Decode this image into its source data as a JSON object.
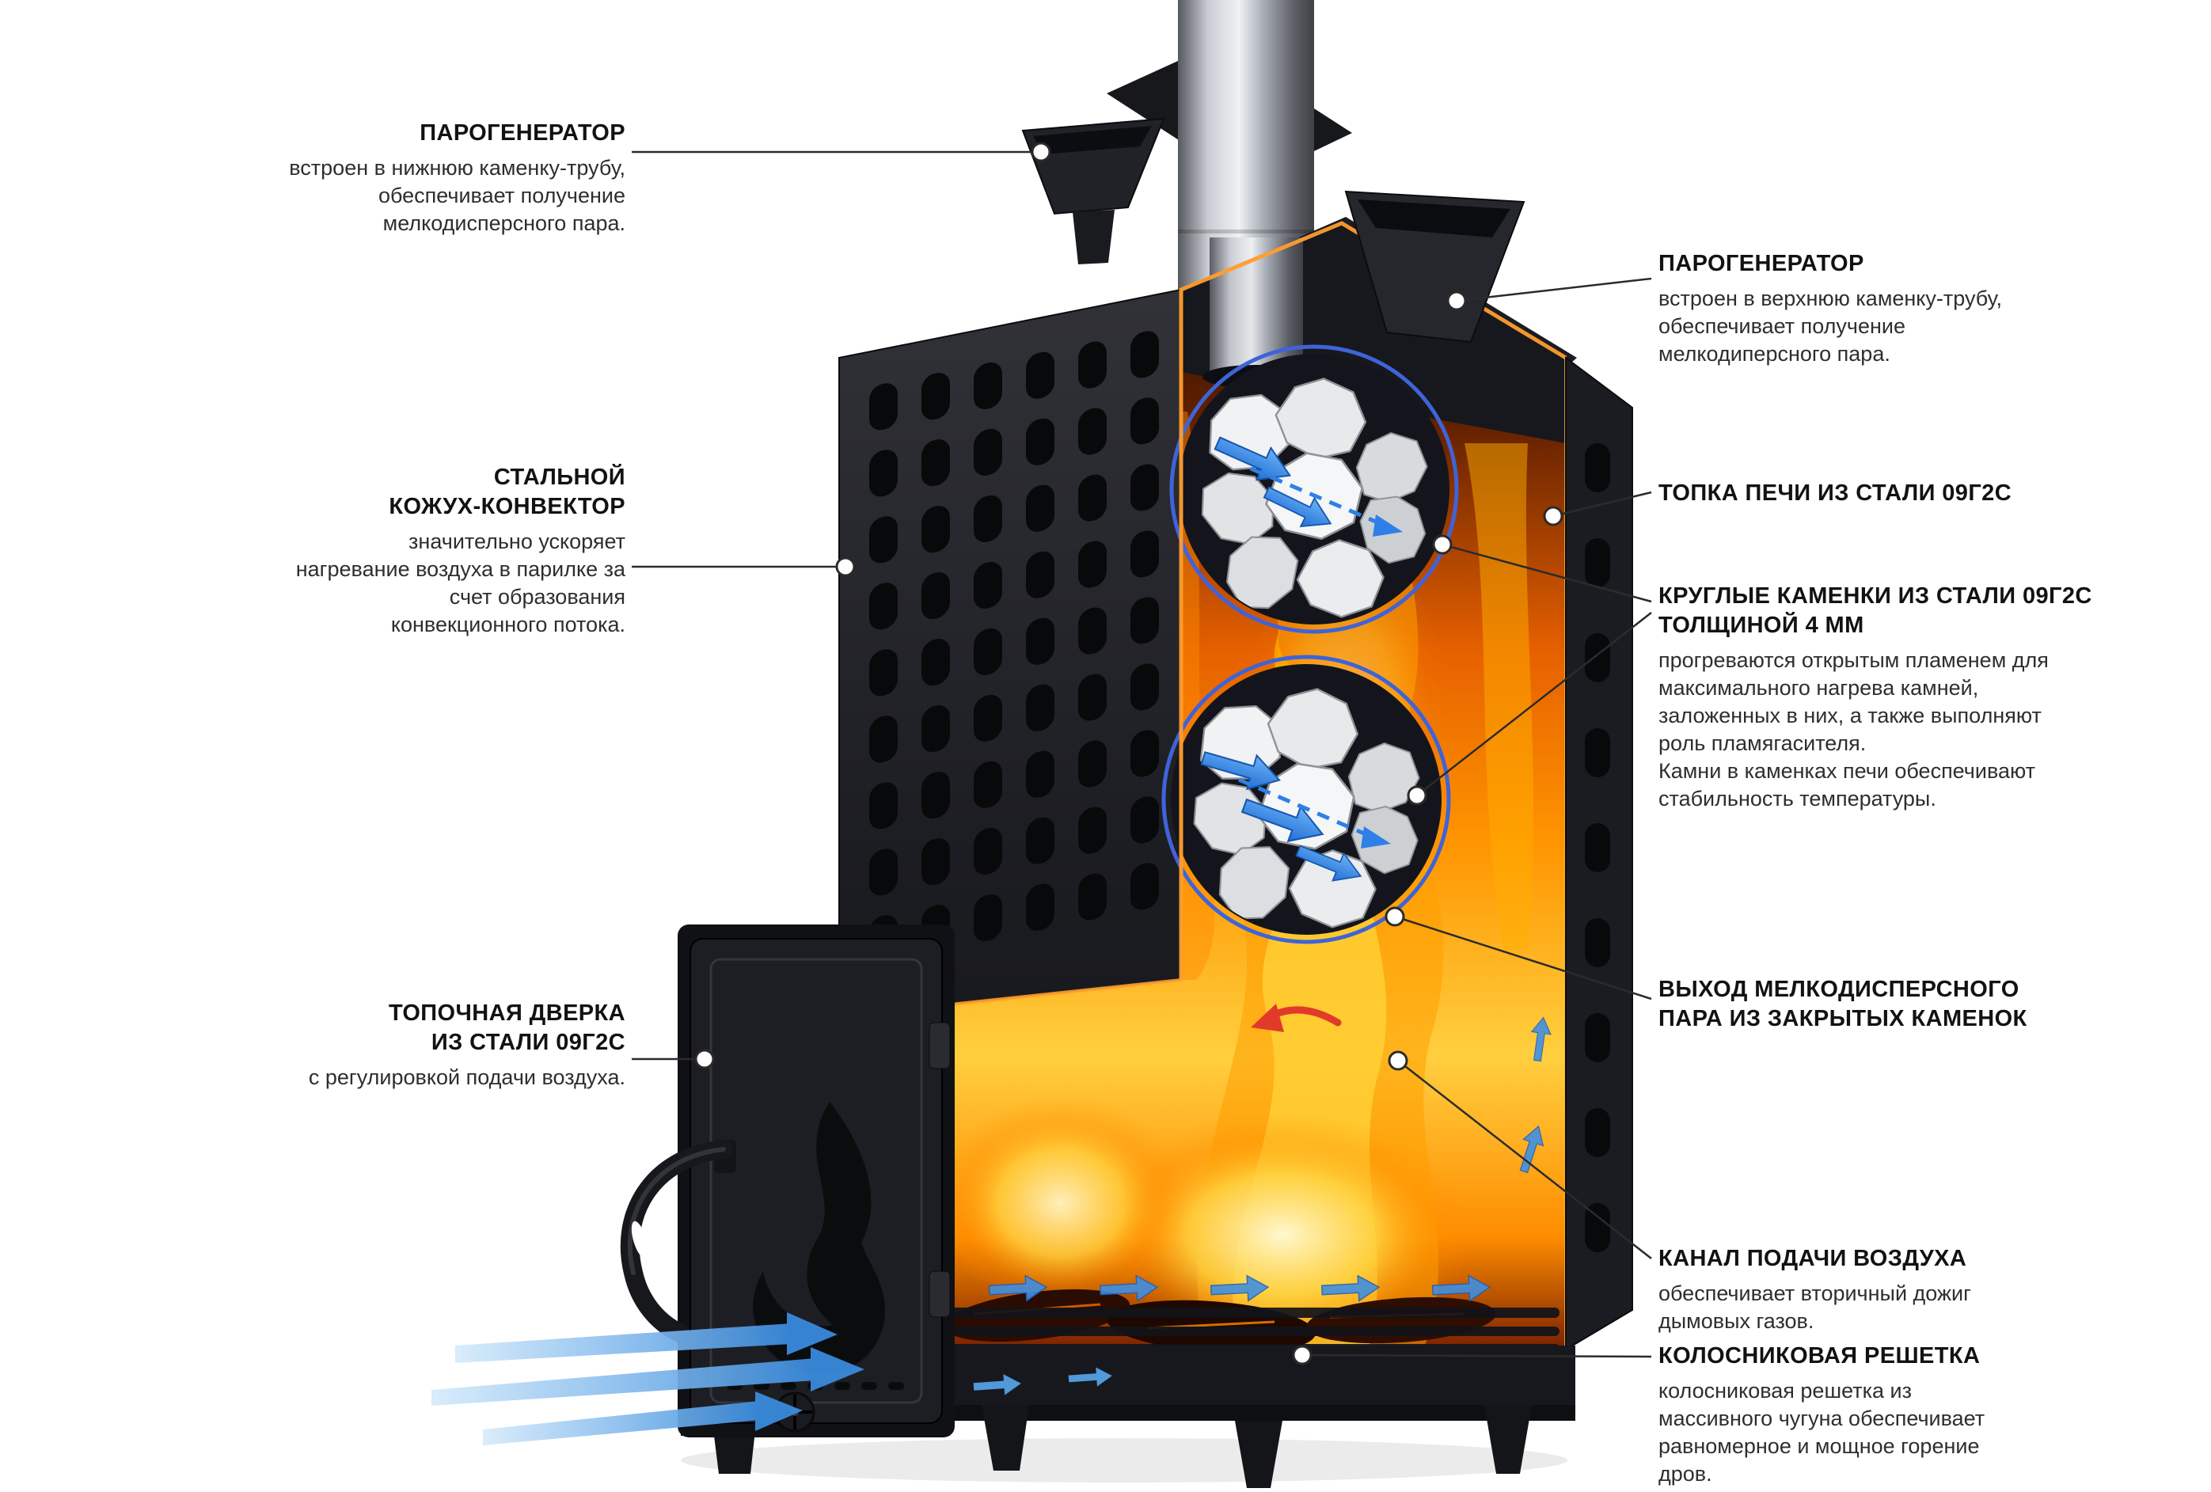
{
  "page": {
    "background": "#ffffff"
  },
  "colors": {
    "title_text": "#121212",
    "body_text": "#2e2e2e",
    "callout_line": "#2b2b2b",
    "callout_marker_fill": "#ffffff",
    "kamenka_ring_blue": "#3f63d8",
    "steam_arrow_blue": "#2f7fe8",
    "air_flow_blue": "#57a4e8",
    "fire_orange": "#ff8a00",
    "fire_yellow": "#ffd43a",
    "cut_edge_orange": "#ff9d2e",
    "red_arrow": "#e23a2a",
    "stove_black": "#1d1e23",
    "stone_white": "#eceff1",
    "chimney_steel": "#c9cdd3"
  },
  "annotations": {
    "left": [
      {
        "id": "steam-generator-lower",
        "title": "ПАРОГЕНЕРАТОР",
        "body": "встроен в нижнюю каменку-трубу,\nобеспечивает получение\nмелкодисперсного пара."
      },
      {
        "id": "steel-convector",
        "title": "СТАЛЬНОЙ\nКОЖУХ-КОНВЕКТОР",
        "body": "значительно ускоряет\nнагревание воздуха в парилке за\nсчет образования\nконвекционного потока."
      },
      {
        "id": "firebox-door",
        "title": "ТОПОЧНАЯ ДВЕРКА\nИЗ СТАЛИ 09Г2С",
        "body": "с регулировкой подачи воздуха."
      }
    ],
    "right": [
      {
        "id": "steam-generator-upper",
        "title": "ПАРОГЕНЕРАТОР",
        "body": "встроен в верхнюю каменку-трубу,\nобеспечивает получение\nмелкодиперсного пара."
      },
      {
        "id": "furnace-steel",
        "title": "ТОПКА ПЕЧИ ИЗ СТАЛИ 09Г2С",
        "body": ""
      },
      {
        "id": "round-kamenki",
        "title": "КРУГЛЫЕ КАМЕНКИ ИЗ СТАЛИ 09Г2С\nТОЛЩИНОЙ 4 ММ",
        "body": "прогреваются открытым пламенем для\nмаксимального нагрева камней,\nзаложенных в них, а также выполняют\nроль пламягасителя.\nКамни в каменках печи обеспечивают\nстабильность температуры."
      },
      {
        "id": "steam-outlet",
        "title": "ВЫХОД МЕЛКОДИСПЕРСНОГО\nПАРА ИЗ ЗАКРЫТЫХ КАМЕНОК",
        "body": ""
      },
      {
        "id": "air-channel",
        "title": "КАНАЛ ПОДАЧИ ВОЗДУХА",
        "body": "обеспечивает вторичный дожиг\nдымовых газов."
      },
      {
        "id": "grate",
        "title": "КОЛОСНИКОВАЯ РЕШЕТКА",
        "body": "колосниковая решетка из\nмассивного чугуна обеспечивает\nравномерное и мощное горение\nдров."
      }
    ]
  }
}
